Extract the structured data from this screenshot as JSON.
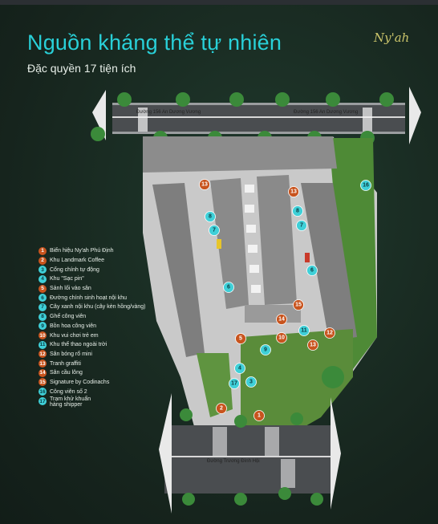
{
  "header": {
    "title": "Nguồn kháng thể tự nhiên",
    "subtitle": "Đặc quyền 17 tiện ích",
    "logo_text": "Ny'ah"
  },
  "colors": {
    "accent": "#29d0d8",
    "marker_orange": "#c8541e",
    "marker_cyan": "#3fd0d8"
  },
  "map": {
    "road_top_left": "Đường 156 An Dương Vương",
    "road_top_right": "Đường 156 An Dương Vương",
    "road_bottom": "Đường Trương Đình Hội",
    "markers": [
      {
        "n": "13",
        "c": "orange"
      },
      {
        "n": "13",
        "c": "orange"
      },
      {
        "n": "8",
        "c": "cyan"
      },
      {
        "n": "8",
        "c": "cyan"
      },
      {
        "n": "7",
        "c": "cyan"
      },
      {
        "n": "7",
        "c": "cyan"
      },
      {
        "n": "16",
        "c": "cyan"
      },
      {
        "n": "6",
        "c": "cyan"
      },
      {
        "n": "6",
        "c": "cyan"
      },
      {
        "n": "15",
        "c": "orange"
      },
      {
        "n": "14",
        "c": "orange"
      },
      {
        "n": "11",
        "c": "cyan"
      },
      {
        "n": "12",
        "c": "orange"
      },
      {
        "n": "5",
        "c": "orange"
      },
      {
        "n": "10",
        "c": "orange"
      },
      {
        "n": "9",
        "c": "cyan"
      },
      {
        "n": "13",
        "c": "orange"
      },
      {
        "n": "4",
        "c": "cyan"
      },
      {
        "n": "17",
        "c": "cyan"
      },
      {
        "n": "3",
        "c": "cyan"
      },
      {
        "n": "2",
        "c": "orange"
      },
      {
        "n": "1",
        "c": "orange"
      }
    ]
  },
  "legend": [
    {
      "n": "1",
      "c": "orange",
      "label": "Biển hiệu Ny'ah Phú Định"
    },
    {
      "n": "2",
      "c": "orange",
      "label": "Khu Landmark Coffee"
    },
    {
      "n": "3",
      "c": "cyan",
      "label": "Cổng chính tự động"
    },
    {
      "n": "4",
      "c": "cyan",
      "label": "Khu \"Sạc pin\""
    },
    {
      "n": "5",
      "c": "orange",
      "label": "Sảnh lối vào sân"
    },
    {
      "n": "6",
      "c": "cyan",
      "label": "Đường chính sinh hoạt nội khu"
    },
    {
      "n": "7",
      "c": "cyan",
      "label": "Cây xanh nội khu (cây kèn hồng/vàng)"
    },
    {
      "n": "8",
      "c": "cyan",
      "label": "Ghế công viên"
    },
    {
      "n": "9",
      "c": "cyan",
      "label": "Bồn hoa công viên"
    },
    {
      "n": "10",
      "c": "orange",
      "label": "Khu vui chơi trẻ em"
    },
    {
      "n": "11",
      "c": "cyan",
      "label": "Khu thể thao ngoài trời"
    },
    {
      "n": "12",
      "c": "orange",
      "label": "Sân bóng rổ mini"
    },
    {
      "n": "13",
      "c": "orange",
      "label": "Tranh graffiti"
    },
    {
      "n": "14",
      "c": "orange",
      "label": "Sân cầu lông"
    },
    {
      "n": "15",
      "c": "orange",
      "label": "Signature by Codinachs"
    },
    {
      "n": "16",
      "c": "cyan",
      "label": "Công viên số 2"
    },
    {
      "n": "17",
      "c": "cyan",
      "label": "Trạm khử khuẩn",
      "label2": "hàng shipper"
    }
  ]
}
